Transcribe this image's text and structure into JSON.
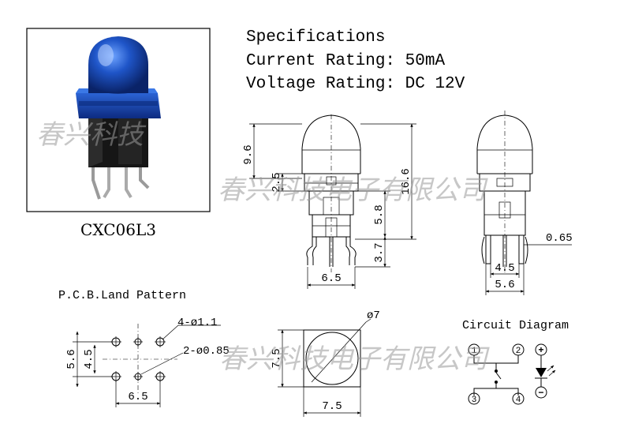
{
  "specs": {
    "title": "Specifications",
    "current": "Current Rating: 50mA",
    "voltage": "Voltage Rating: DC 12V"
  },
  "product": {
    "model": "CXC06L3"
  },
  "pcb": {
    "title": "P.C.B.Land Pattern",
    "hole_large": "4-ø1.1",
    "hole_small": "2-ø0.85",
    "dim_h_outer": "5.6",
    "dim_h_inner": "4.5",
    "dim_w": "6.5"
  },
  "front_view": {
    "dim_total": "16.6",
    "dim_cap": "9.6",
    "dim_base": "2.5",
    "dim_body": "5.8",
    "dim_pin": "3.7",
    "dim_width": "6.5"
  },
  "side_view": {
    "dim_pin_thick": "0.65",
    "dim_inner": "4.5",
    "dim_outer": "5.6"
  },
  "top_view": {
    "dim_cap_dia": "ø7",
    "dim_h": "7.5",
    "dim_w": "7.5"
  },
  "circuit": {
    "title": "Circuit Diagram",
    "pin1": "1",
    "pin2": "2",
    "pin3": "3",
    "pin4": "4",
    "led_pos": "+",
    "led_neg": "−"
  },
  "watermark": {
    "text_photo": "春兴科技",
    "text_mid": "春兴科技电子有限公司",
    "text_low": "春兴科技电子有限公司"
  },
  "colors": {
    "cap": "#1f55c8",
    "cap_dark": "#0b2a7a",
    "body": "#1a1a1a",
    "pins": "#b8b8b8"
  }
}
